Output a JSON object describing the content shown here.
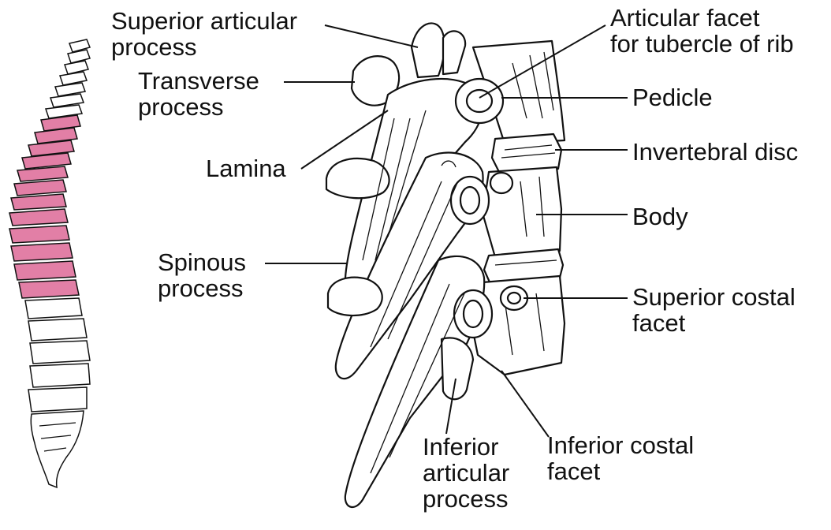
{
  "figure": {
    "highlight_color": "#e27fa6",
    "line_color": "#111111"
  },
  "labels": {
    "superior_articular_process": "Superior articular\nprocess",
    "transverse_process": "Transverse\nprocess",
    "lamina": "Lamina",
    "spinous_process": "Spinous\nprocess",
    "articular_facet_tubercle": "Articular facet\nfor tubercle of rib",
    "pedicle": "Pedicle",
    "intervertebral_disc": "Invertebral disc",
    "body": "Body",
    "superior_costal_facet": "Superior costal\nfacet",
    "inferior_costal_facet": "Inferior costal\nfacet",
    "inferior_articular_process": "Inferior\narticular\nprocess"
  }
}
